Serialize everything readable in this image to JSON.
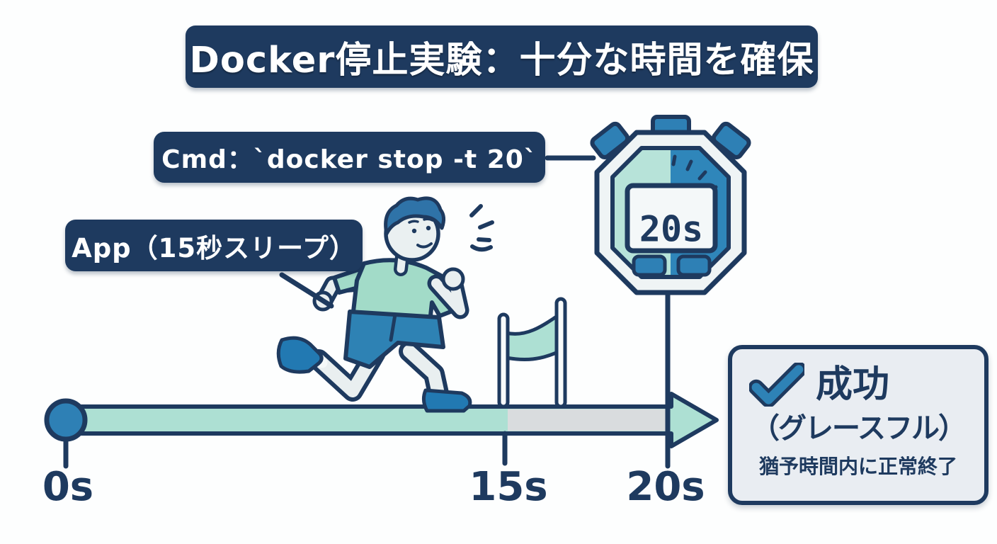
{
  "title": {
    "text": "Docker停止実験：十分な時間を確保"
  },
  "callouts": {
    "cmd": {
      "label": "Cmd：`docker stop -t 20`"
    },
    "app": {
      "label": "App（15秒スリープ）"
    }
  },
  "stopwatch": {
    "display": "20s",
    "icon": "stopwatch-icon"
  },
  "timeline": {
    "ticks": [
      {
        "label": "0s"
      },
      {
        "label": "15s"
      },
      {
        "label": "20s"
      }
    ],
    "segments": [
      {
        "name": "app-sleep-running",
        "from_s": 0,
        "to_s": 15,
        "color": "#ade0d3"
      },
      {
        "name": "grace-period-remaining",
        "from_s": 15,
        "to_s": 20,
        "color": "#d9dcde"
      }
    ]
  },
  "result": {
    "icon": "check-icon",
    "heading": "成功",
    "subheading": "（グレースフル）",
    "description": "猶予時間内に正常終了"
  },
  "illustrations": {
    "runner": "runner-icon",
    "finish_line": "finish-line-icon",
    "start_marker": "start-marker-icon",
    "timeline_arrow": "timeline-arrow-icon"
  },
  "colors": {
    "navy": "#1e3a5f",
    "teal": "#ade0d3",
    "blue": "#2e80b5",
    "gray": "#d9dcde",
    "panel_bg": "#e9edf2",
    "background": "#fdfefe"
  }
}
